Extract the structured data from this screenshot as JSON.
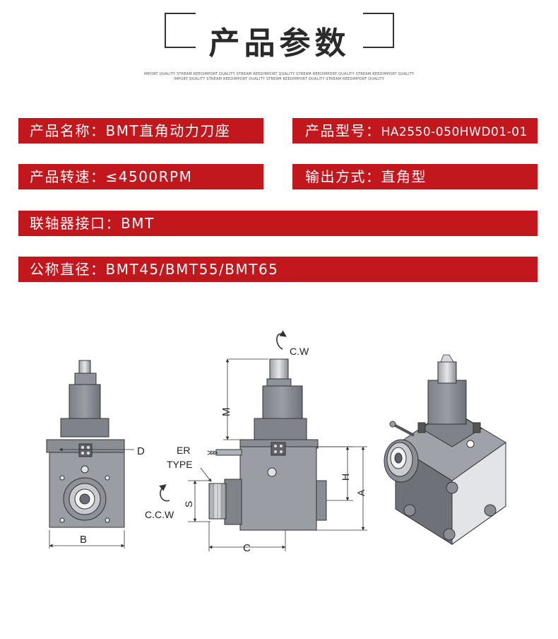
{
  "header": {
    "title": "产品参数",
    "subtitle_line1": "IMPORT QUALITY STREAM REEDIMPORT QUALITY STREAM REEDIMPORT QUALITY STREAM REEDIMPORT QUALITY STREAM REEDIMPORT QUALITY",
    "subtitle_line2": "IMPORT QUALITY STREAM REEDIMPORT QUALITY STREAM REEDIMPORT QUALITY STREAM REEDIMPORT QUALITY"
  },
  "specs": {
    "name_label": "产品名称：",
    "name_value": "BMT直角动力刀座",
    "model_label": "产品型号：",
    "model_value": "HA2550-050HWD01-01",
    "speed_label": "产品转速：",
    "speed_value": "≤4500RPM",
    "output_label": "输出方式：",
    "output_value": "直角型",
    "interface_label": "联轴器接口：",
    "interface_value": "BMT",
    "diameter_label": "公称直径：",
    "diameter_value": "BMT45/BMT55/BMT65"
  },
  "diagram": {
    "label_d": "D",
    "label_b": "B",
    "label_m": "M",
    "label_cw": "C.W",
    "label_er": "ER",
    "label_type": "TYPE",
    "label_ccw": "C.C.W",
    "label_s": "S",
    "label_h": "H",
    "label_a": "A",
    "label_c": "C",
    "colors": {
      "body": "#8c8f96",
      "body_dark": "#5e6168",
      "body_light": "#b9bcc2",
      "accent": "#c3171e"
    }
  }
}
